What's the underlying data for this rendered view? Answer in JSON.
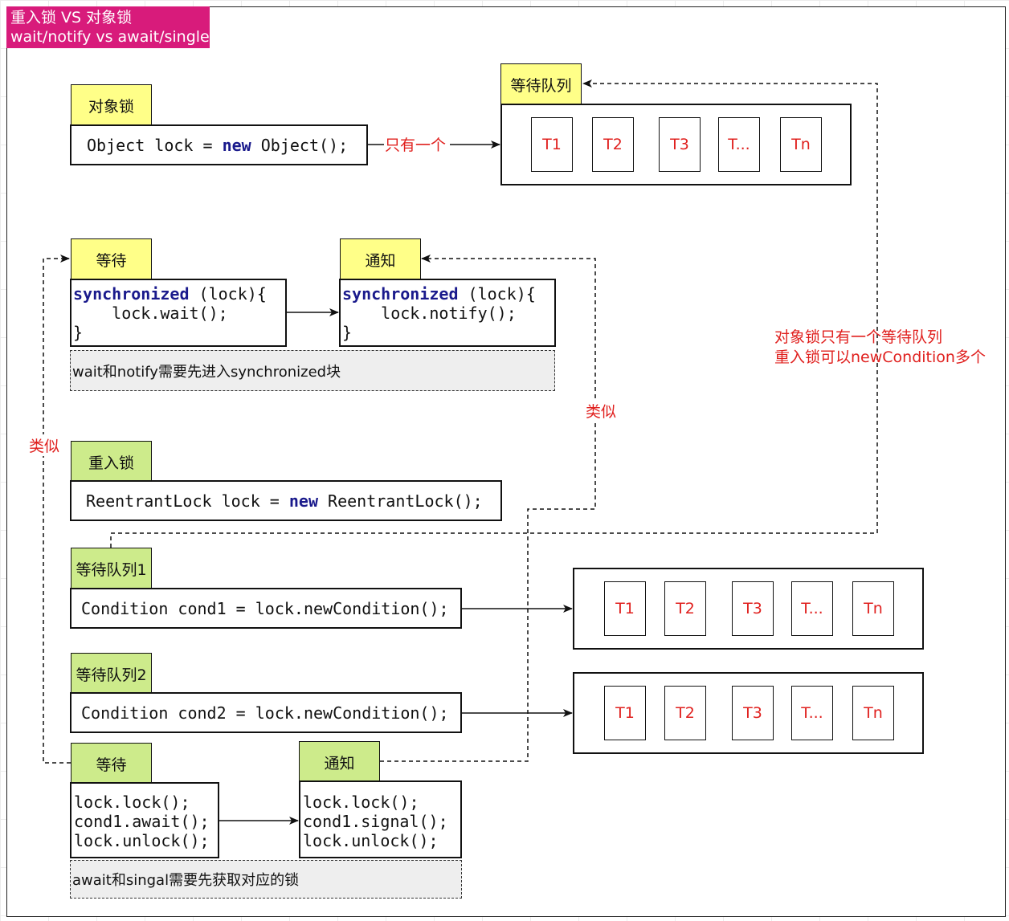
{
  "title": {
    "line1": "重入锁 VS 对象锁",
    "line2": "wait/notify vs await/single"
  },
  "object_lock": {
    "tag": "对象锁",
    "code_pre": "Object lock = ",
    "code_kw": "new",
    "code_post": " Object();",
    "edge_label": "只有一个"
  },
  "wait_queue_top": {
    "tag": "等待队列",
    "threads": [
      "T1",
      "T2",
      "T3",
      "T...",
      "Tn"
    ]
  },
  "sync_wait": {
    "tag": "等待",
    "kw": "synchronized",
    "line1_rest": " (lock){",
    "line2": "    lock.wait();",
    "line3": "}"
  },
  "sync_notify": {
    "tag": "通知",
    "kw": "synchronized",
    "line1_rest": " (lock){",
    "line2": "    lock.notify();",
    "line3": "}"
  },
  "note_sync": "wait和notify需要先进入synchronized块",
  "similar_left": "类似",
  "similar_right": "类似",
  "side_note": {
    "line1": "对象锁只有一个等待队列",
    "line2": "重入锁可以newCondition多个"
  },
  "reentrant": {
    "tag": "重入锁",
    "code_pre": "ReentrantLock lock = ",
    "code_kw": "new",
    "code_post": " ReentrantLock();"
  },
  "cond1": {
    "tag": "等待队列1",
    "code": "Condition cond1 = lock.newCondition();",
    "threads": [
      "T1",
      "T2",
      "T3",
      "T...",
      "Tn"
    ]
  },
  "cond2": {
    "tag": "等待队列2",
    "code": "Condition cond2 = lock.newCondition();",
    "threads": [
      "T1",
      "T2",
      "T3",
      "T...",
      "Tn"
    ]
  },
  "await_block": {
    "tag": "等待",
    "lines": [
      "lock.lock();",
      "cond1.await();",
      "lock.unlock();"
    ]
  },
  "signal_block": {
    "tag": "通知",
    "lines": [
      "lock.lock();",
      "cond1.signal();",
      "lock.unlock();"
    ]
  },
  "note_await": "await和singal需要先获取对应的锁",
  "colors": {
    "title_bg": "#d81b7b",
    "yellow_tag": "#ffff88",
    "green_tag": "#cdeb8b",
    "red_text": "#e0201e",
    "keyword": "#1a1a8c"
  }
}
